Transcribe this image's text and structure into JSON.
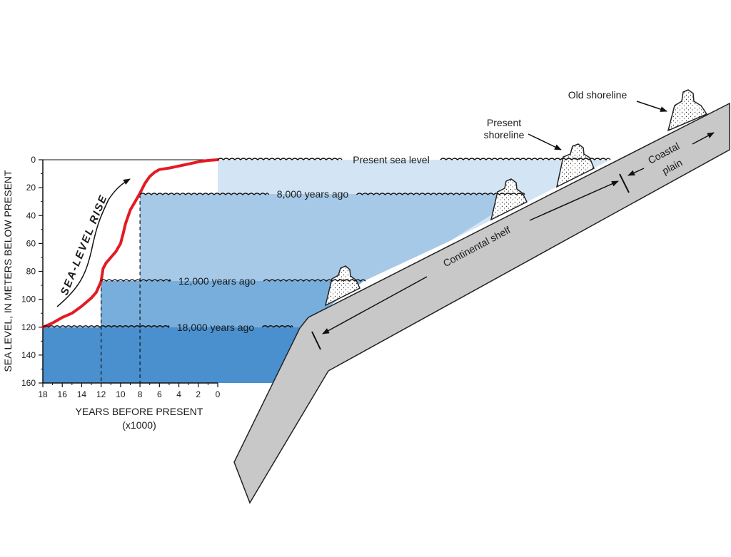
{
  "colors": {
    "water_present": "#d3e5f4",
    "water_8000": "#a7c9e8",
    "water_12000": "#77aedc",
    "water_18000": "#4a90cf",
    "curve": "#e31b23",
    "land": "#c8c8c8",
    "land_stroke": "#222222"
  },
  "chart_data": {
    "type": "line",
    "xlabel": "YEARS BEFORE PRESENT",
    "xlabel_units": "(x1000)",
    "ylabel": "SEA LEVEL, IN METERS BELOW PRESENT",
    "xlim": [
      18,
      0
    ],
    "ylim": [
      0,
      160
    ],
    "x_ticks": [
      "18",
      "16",
      "14",
      "12",
      "10",
      "8",
      "6",
      "4",
      "2",
      "0"
    ],
    "y_ticks": [
      "0",
      "20",
      "40",
      "60",
      "80",
      "100",
      "120",
      "140",
      "160"
    ],
    "series": [
      {
        "x": [
          18,
          17,
          16,
          15,
          14,
          13,
          12.5,
          12,
          11.8,
          11.5,
          11,
          10.5,
          10,
          9.7,
          9.5,
          9,
          8.5,
          8,
          7.5,
          7,
          6.5,
          6,
          5,
          4,
          3,
          2,
          1,
          0
        ],
        "y": [
          120,
          117,
          113,
          110,
          105,
          99,
          95,
          87,
          78,
          74,
          70,
          66,
          60,
          52,
          46,
          36,
          30,
          24,
          17,
          12,
          9,
          7,
          6,
          4.5,
          3,
          1.5,
          0.5,
          0
        ]
      }
    ],
    "annotation": "SEA-LEVEL RISE"
  },
  "levels": [
    {
      "label": "Present sea level",
      "depth": 0,
      "years": 0
    },
    {
      "label": "8,000 years ago",
      "depth": 25,
      "years": 8
    },
    {
      "label": "12,000 years ago",
      "depth": 87,
      "years": 12
    },
    {
      "label": "18,000 years ago",
      "depth": 120,
      "years": 18
    }
  ],
  "profile_labels": {
    "old_shoreline": "Old shoreline",
    "present_shoreline_line1": "Present",
    "present_shoreline_line2": "shoreline",
    "continental_shelf": "Continental shelf",
    "coastal_plain_line1": "Coastal",
    "coastal_plain_line2": "plain"
  }
}
